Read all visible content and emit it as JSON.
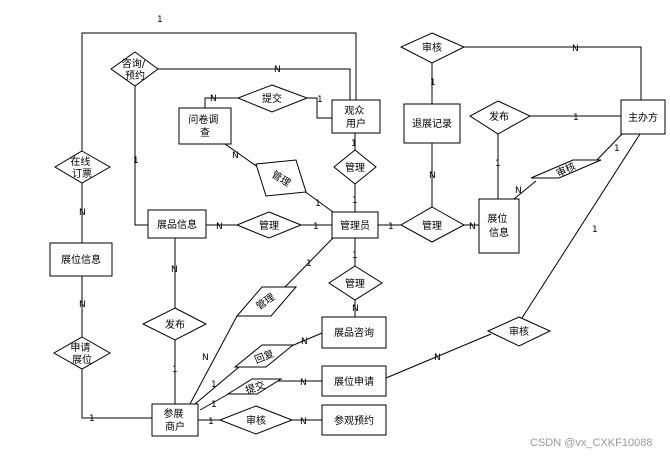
{
  "entities": {
    "visitor_user": "观众\n用户",
    "questionnaire": "问卷调\n查",
    "exhibit_records": "退展记录",
    "organizer": "主办方",
    "exhibit_info": "展品信息",
    "admin": "管理员",
    "booth_info_right": "展位\n信息",
    "booth_info_left": "展位信息",
    "exhibit_consult": "展品咨询",
    "booth_apply": "展位申请",
    "visit_booking": "参观预约",
    "exhibitor": "参展\n商户"
  },
  "relations": {
    "consult_booking": "咨询/\n预约",
    "submit_top": "提交",
    "audit_top": "审核",
    "publish_top": "发布",
    "manage_visitor": "管理",
    "manage_question": "管理",
    "audit_booth": "审核",
    "online_order": "在线\n订票",
    "manage_exhibit": "管理",
    "manage_records": "管理",
    "manage_consult": "管理",
    "manage_exhibitor": "管理",
    "publish_bottom": "发布",
    "apply_booth": "申请\n展位",
    "reply": "回复",
    "submit_bottom": "提交",
    "audit_bottom": "审核",
    "audit_apply": "审核"
  },
  "cardinality": {
    "one": "1",
    "many": "N"
  },
  "watermark": "CSDN @vx_CXKF10088"
}
